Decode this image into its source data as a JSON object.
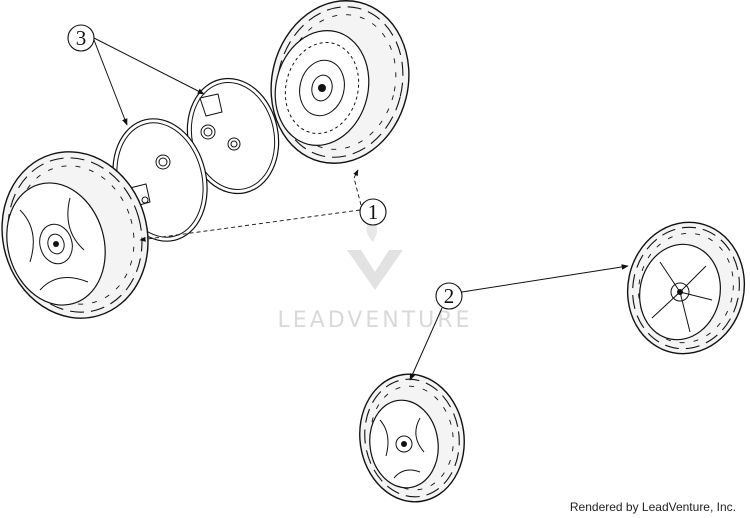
{
  "callouts": [
    {
      "id": "1",
      "label": "1"
    },
    {
      "id": "2",
      "label": "2"
    },
    {
      "id": "3",
      "label": "3"
    }
  ],
  "watermark": {
    "text": "LEADVENTURE"
  },
  "footer": {
    "credit": "Rendered by LeadVenture, Inc."
  },
  "colors": {
    "line": "#111111",
    "background": "#ffffff",
    "watermark": "#d9d9d9"
  },
  "icons": [
    "leadventure-logo-icon"
  ]
}
